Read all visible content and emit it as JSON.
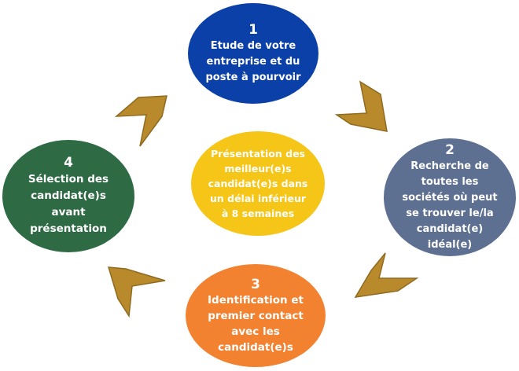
{
  "diagram": {
    "steps": [
      {
        "number": "1",
        "label": "Etude de votre entreprise et du poste à pourvoir",
        "color": "#0b40a8"
      },
      {
        "number": "2",
        "label": "Recherche de toutes les sociétés où peut se trouver le/la candidat(e) idéal(e)",
        "color": "#5e7092"
      },
      {
        "number": "3",
        "label": "Identification et premier contact avec les candidat(e)s",
        "color": "#f28130"
      },
      {
        "number": "4",
        "label": "Sélection des candidat(e)s avant présentation",
        "color": "#2e6a44"
      }
    ],
    "center": {
      "label": "Présentation des meilleur(e)s candidat(e)s dans un délai inférieur à 8 semaines",
      "color": "#f5c518"
    },
    "arrow_color": "#b88a2c"
  }
}
